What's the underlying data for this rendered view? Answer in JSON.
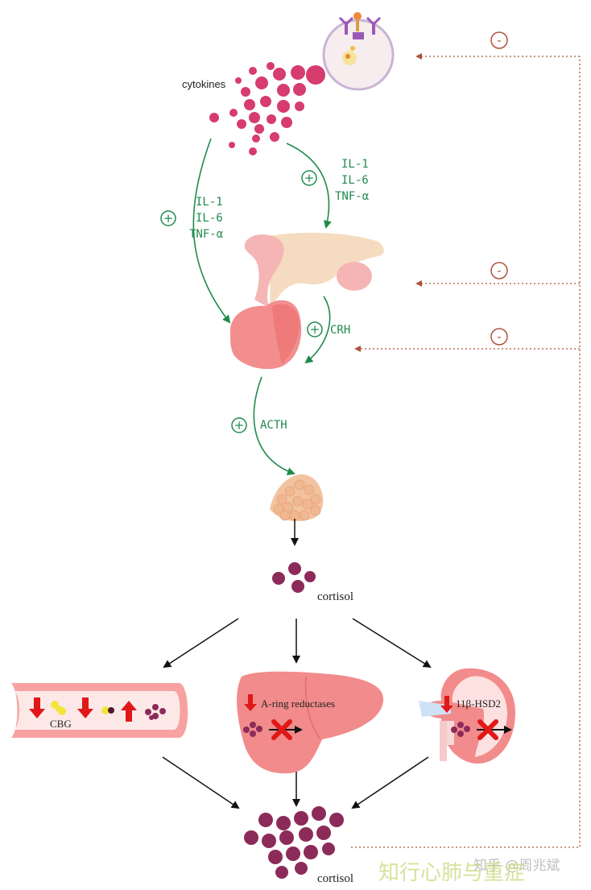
{
  "labels": {
    "cytokines": "cytokines",
    "cytokine_list_left": [
      "IL-1",
      "IL-6",
      "TNF-α"
    ],
    "cytokine_list_right": [
      "IL-1",
      "IL-6",
      "TNF-α"
    ],
    "crh": "CRH",
    "acth": "ACTH",
    "cortisol_mid": "cortisol",
    "cortisol_bottom": "cortisol",
    "cbg": "CBG",
    "a_ring": "A-ring reductases",
    "hsd2": "11β-HSD2",
    "plus": "+",
    "minus": "-"
  },
  "watermark": {
    "line1": "知乎 @周兆斌",
    "line2": "知行心肺与重症"
  },
  "colors": {
    "stimulation": "#1f8a4c",
    "inhibition": "#b0533a",
    "cytokine": "#d63c6e",
    "cortisol": "#8c2b5a",
    "organ": "#f08a8a",
    "downregulation": "#e01818"
  }
}
